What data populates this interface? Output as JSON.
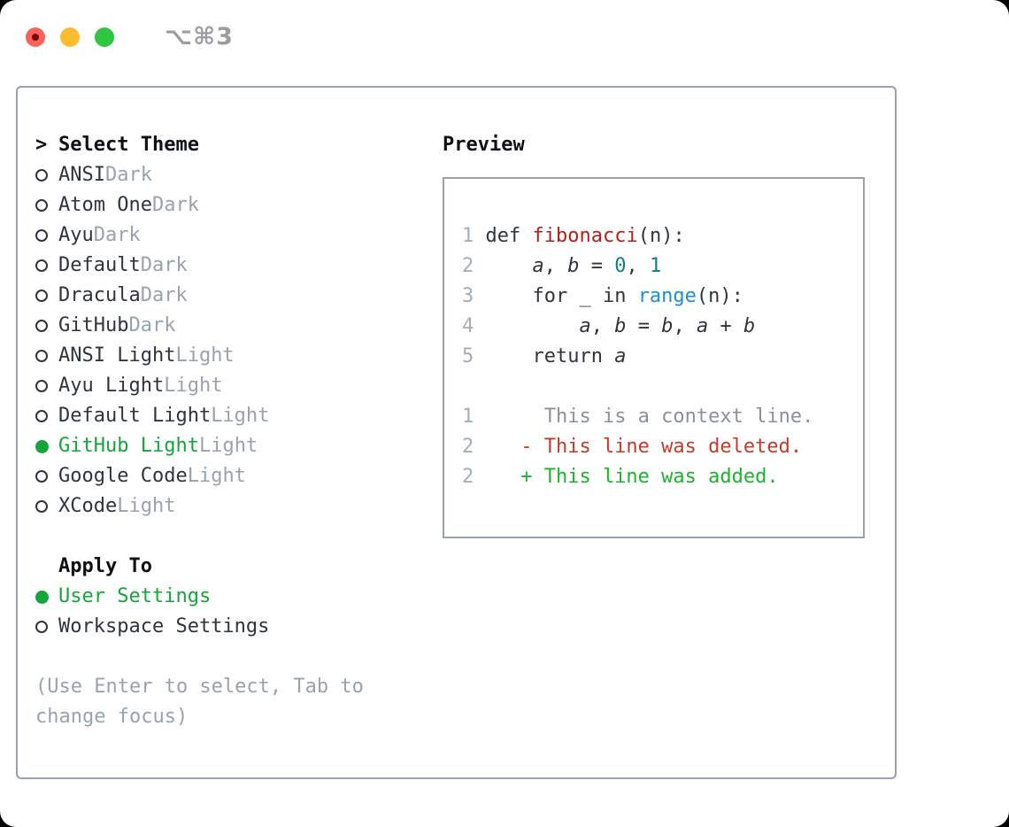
{
  "colors": {
    "text": "#2e353c",
    "text-strong": "#0d1014",
    "muted": "#99a3ae",
    "green": "#16a53a",
    "border": "#99a2ac",
    "lineno": "#a3adb8",
    "code-plain": "#2e353c",
    "func-red": "#b1211d",
    "builtin-blue": "#1a8fd1",
    "num-teal": "#0f7f7f",
    "diff-context": "#8b929a",
    "diff-deleted": "#c43b2a",
    "diff-added": "#1cb32e",
    "traffic-red": "#fb615c",
    "traffic-red-dot": "#7a0b0a",
    "traffic-yellow": "#fdbc2f",
    "traffic-green": "#2fc643",
    "titlebar-text": "#9c9ca0"
  },
  "titlebar": {
    "shortcut": "⌥⌘3"
  },
  "theme_panel": {
    "header_prefix": ">",
    "header": "Select Theme",
    "themes": [
      {
        "name": "ANSI",
        "variant": "Dark",
        "selected": false
      },
      {
        "name": "Atom One",
        "variant": "Dark",
        "selected": false
      },
      {
        "name": "Ayu",
        "variant": "Dark",
        "selected": false
      },
      {
        "name": "Default",
        "variant": "Dark",
        "selected": false
      },
      {
        "name": "Dracula",
        "variant": "Dark",
        "selected": false
      },
      {
        "name": "GitHub",
        "variant": "Dark",
        "selected": false
      },
      {
        "name": "ANSI Light",
        "variant": "Light",
        "selected": false
      },
      {
        "name": "Ayu Light",
        "variant": "Light",
        "selected": false
      },
      {
        "name": "Default Light",
        "variant": "Light",
        "selected": false
      },
      {
        "name": "GitHub Light",
        "variant": "Light",
        "selected": true
      },
      {
        "name": "Google Code",
        "variant": "Light",
        "selected": false
      },
      {
        "name": "XCode",
        "variant": "Light",
        "selected": false
      }
    ],
    "apply_to": {
      "header": "Apply To",
      "options": [
        {
          "name": "User Settings",
          "selected": true
        },
        {
          "name": "Workspace Settings",
          "selected": false
        }
      ]
    },
    "hint": "(Use Enter to select, Tab to change focus)"
  },
  "preview": {
    "header": "Preview",
    "code_lines": [
      {
        "no": "1",
        "tokens": [
          {
            "t": "def ",
            "c": "plain"
          },
          {
            "t": "fibonacci",
            "c": "func"
          },
          {
            "t": "(n):",
            "c": "plain"
          }
        ]
      },
      {
        "no": "2",
        "tokens": [
          {
            "t": "    ",
            "c": "plain"
          },
          {
            "t": "a",
            "c": "var"
          },
          {
            "t": ", ",
            "c": "plain"
          },
          {
            "t": "b",
            "c": "var"
          },
          {
            "t": " = ",
            "c": "plain"
          },
          {
            "t": "0",
            "c": "num"
          },
          {
            "t": ", ",
            "c": "plain"
          },
          {
            "t": "1",
            "c": "num"
          }
        ]
      },
      {
        "no": "3",
        "tokens": [
          {
            "t": "    for _ in ",
            "c": "plain"
          },
          {
            "t": "range",
            "c": "builtin"
          },
          {
            "t": "(n):",
            "c": "plain"
          }
        ]
      },
      {
        "no": "4",
        "tokens": [
          {
            "t": "        ",
            "c": "plain"
          },
          {
            "t": "a",
            "c": "var"
          },
          {
            "t": ", ",
            "c": "plain"
          },
          {
            "t": "b",
            "c": "var"
          },
          {
            "t": " = ",
            "c": "plain"
          },
          {
            "t": "b",
            "c": "var"
          },
          {
            "t": ", ",
            "c": "plain"
          },
          {
            "t": "a",
            "c": "var"
          },
          {
            "t": " + ",
            "c": "plain"
          },
          {
            "t": "b",
            "c": "var"
          }
        ]
      },
      {
        "no": "5",
        "tokens": [
          {
            "t": "    return ",
            "c": "plain"
          },
          {
            "t": "a",
            "c": "var"
          }
        ]
      }
    ],
    "diff_lines": [
      {
        "no": "1",
        "marker": "",
        "kind": "context",
        "text": "This is a context line."
      },
      {
        "no": "2",
        "marker": "-",
        "kind": "deleted",
        "text": "This line was deleted."
      },
      {
        "no": "2",
        "marker": "+",
        "kind": "added",
        "text": "This line was added."
      }
    ]
  }
}
